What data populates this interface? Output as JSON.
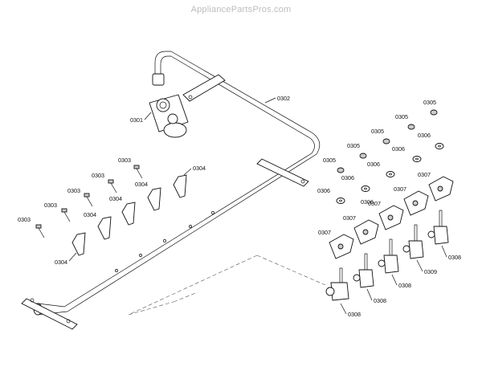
{
  "watermark": "AppliancePartsPros.com",
  "callouts": {
    "c0301": "0301",
    "c0302": "0302",
    "c0303a": "0303",
    "c0303b": "0303",
    "c0303c": "0303",
    "c0303d": "0303",
    "c0303e": "0303",
    "c0304a": "0304",
    "c0304b": "0304",
    "c0304c": "0304",
    "c0304d": "0304",
    "c0304e": "0304",
    "c0305a": "0305",
    "c0305b": "0305",
    "c0305c": "0305",
    "c0305d": "0305",
    "c0305e": "0305",
    "c0306a": "0306",
    "c0306b": "0306",
    "c0306c": "0306",
    "c0306d": "0306",
    "c0306e": "0306",
    "c0306f": "0306",
    "c0307a": "0307",
    "c0307b": "0307",
    "c0307c": "0307",
    "c0307d": "0307",
    "c0307e": "0307",
    "c0308a": "0308",
    "c0308b": "0308",
    "c0308c": "0308",
    "c0308d": "0308",
    "c0309": "0309"
  }
}
